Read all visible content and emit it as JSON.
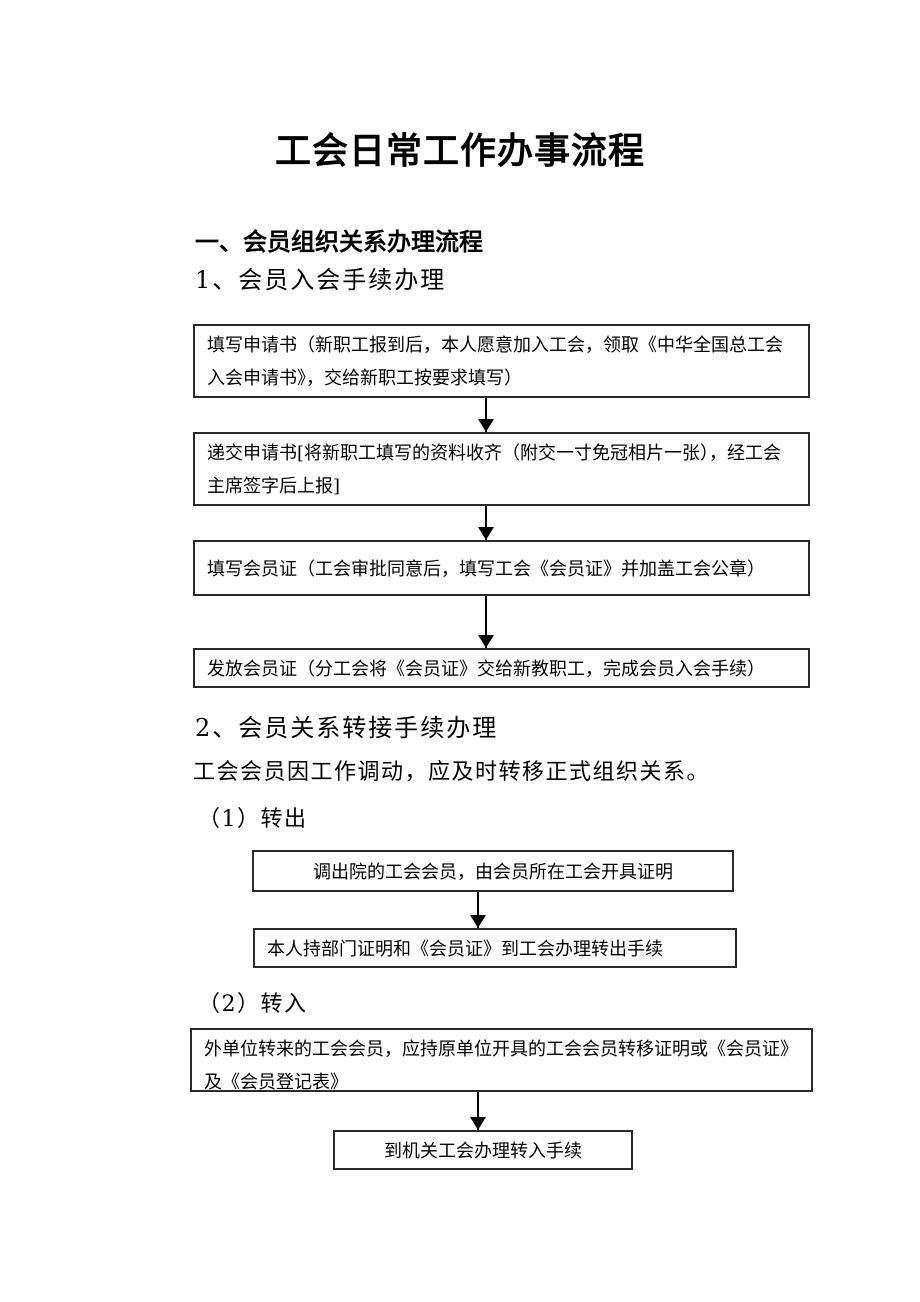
{
  "title": "工会日常工作办事流程",
  "section1": {
    "heading": "一、会员组织关系办理流程",
    "subheading": "1、会员入会手续办理",
    "steps": [
      "填写申请书（新职工报到后，本人愿意加入工会，领取《中华全国总工会入会申请书》，交给新职工按要求填写）",
      "递交申请书[将新职工填写的资料收齐（附交一寸免冠相片一张），经工会主席签字后上报]",
      "填写会员证（工会审批同意后，填写工会《会员证》并加盖工会公章）",
      "发放会员证（分工会将《会员证》交给新教职工，完成会员入会手续）"
    ]
  },
  "section2": {
    "subheading": "2、会员关系转接手续办理",
    "intro": "工会会员因工作调动，应及时转移正式组织关系。",
    "transfer_out": {
      "label": "（1）转出",
      "steps": [
        "调出院的工会会员，由会员所在工会开具证明",
        "本人持部门证明和《会员证》到工会办理转出手续"
      ]
    },
    "transfer_in": {
      "label": "（2）转入",
      "steps": [
        "外单位转来的工会会员，应持原单位开具的工会会员转移证明或《会员证》及《会员登记表》",
        "到机关工会办理转入手续"
      ]
    }
  },
  "colors": {
    "text": "#000000",
    "box_border": "#2a2a2a",
    "background": "#ffffff"
  }
}
